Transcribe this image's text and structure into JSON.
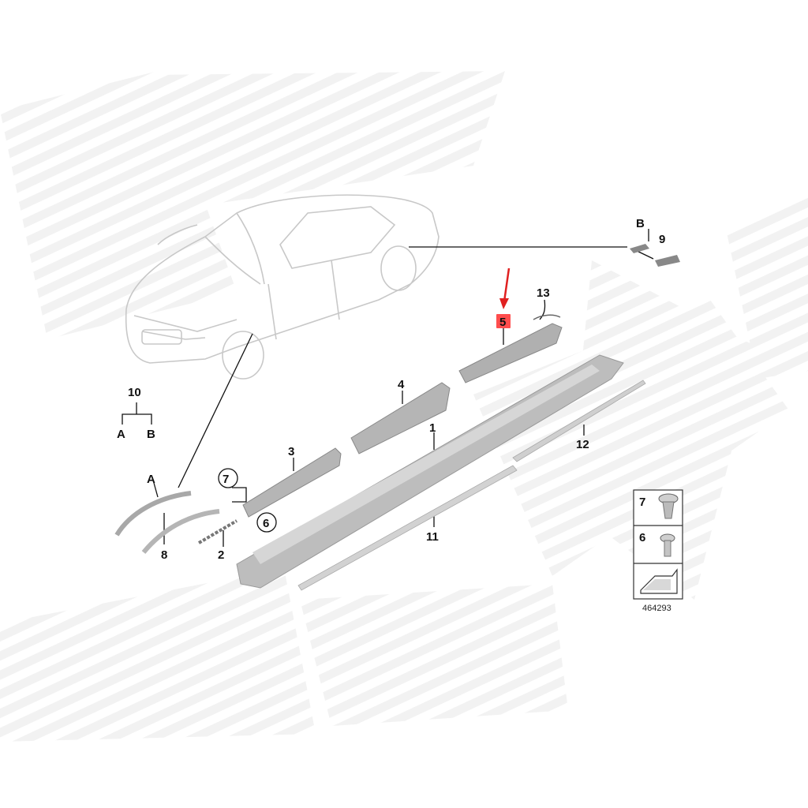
{
  "diagram": {
    "callouts": {
      "c1": "1",
      "c2": "2",
      "c3": "3",
      "c4": "4",
      "c5": "5",
      "c6": "6",
      "c7": "7",
      "c8": "8",
      "c9": "9",
      "c10": "10",
      "c11": "11",
      "c12": "12",
      "c13": "13",
      "a_ref": "A",
      "b_ref": "B",
      "tree_a": "A",
      "tree_b": "B"
    },
    "legend": {
      "item7": "7",
      "item6": "6"
    },
    "reference_number": "464293",
    "highlight_color": "#ff4d4d"
  }
}
